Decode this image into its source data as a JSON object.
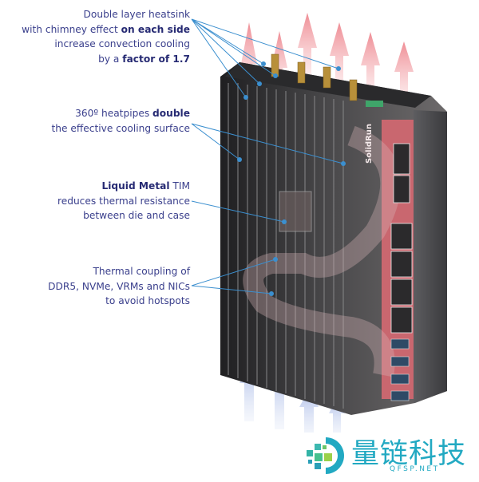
{
  "callouts": [
    {
      "id": "heatsink",
      "lines": [
        [
          {
            "t": "Double layer heatsink",
            "b": false
          }
        ],
        [
          {
            "t": "with chimney effect ",
            "b": false
          },
          {
            "t": "on each side",
            "b": true
          }
        ],
        [
          {
            "t": "increase convection cooling",
            "b": false
          }
        ],
        [
          {
            "t": "by a ",
            "b": false
          },
          {
            "t": "factor of 1.7",
            "b": true
          }
        ]
      ]
    },
    {
      "id": "heatpipes",
      "lines": [
        [
          {
            "t": "360º heatpipes ",
            "b": false
          },
          {
            "t": "double",
            "b": true
          }
        ],
        [
          {
            "t": "the effective cooling surface",
            "b": false
          }
        ]
      ]
    },
    {
      "id": "tim",
      "lines": [
        [
          {
            "t": "Liquid Metal",
            "b": true
          },
          {
            "t": " TIM",
            "b": false
          }
        ],
        [
          {
            "t": "reduces thermal resistance",
            "b": false
          }
        ],
        [
          {
            "t": "between die and case",
            "b": false
          }
        ]
      ]
    },
    {
      "id": "coupling",
      "lines": [
        [
          {
            "t": "Thermal coupling of",
            "b": false
          }
        ],
        [
          {
            "t": "DDR5, NVMe, VRMs and NICs",
            "b": false
          }
        ],
        [
          {
            "t": "to avoid hotspots",
            "b": false
          }
        ]
      ]
    }
  ],
  "device": {
    "brand": "SolidRun",
    "panel_color": "#c9676f",
    "body_color": "#3a3a3c"
  },
  "logo": {
    "cn": "量链科技",
    "en": "QFSP.NET",
    "color": "#22a9c2"
  },
  "colors": {
    "text": "#3a3f8c",
    "leader": "#3b8fcf",
    "hot_arrow": "#f19aa0",
    "cool_arrow": "#b9c6e8"
  }
}
